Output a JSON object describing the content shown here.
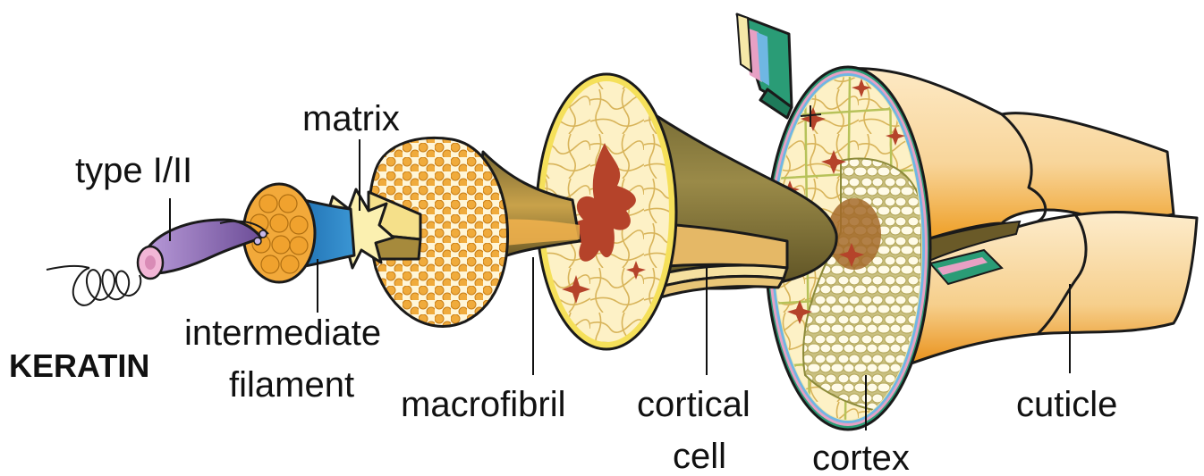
{
  "labels": {
    "keratin": "KERATIN",
    "type": "type I/II",
    "intermediate": "intermediate",
    "filament": "filament",
    "matrix": "matrix",
    "macrofibril": "macrofibril",
    "cortical": "cortical",
    "cell": "cell",
    "cortex": "cortex",
    "cuticle": "cuticle"
  },
  "colors": {
    "cuticle_light": "#fbe2b0",
    "cuticle_orange": "#f0a52c",
    "cortex_rim": "#f6efb0",
    "cell_fill": "#fdf2c8",
    "cell_core": "#b5432a",
    "olive": "#8b7a3c",
    "bundle_orange": "#f2b34e",
    "filament_blue": "#2878b8",
    "helix_purple": "#8a6ab0"
  }
}
